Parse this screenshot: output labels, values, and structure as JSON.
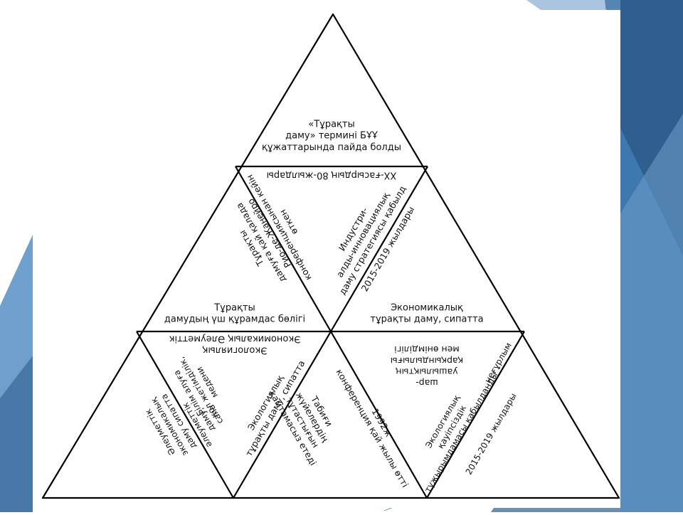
{
  "colors": {
    "background": "#ffffff",
    "decor_dark": "#2e5f8e",
    "decor_mid": "#3d78ae",
    "decor_light": "#6f9fcc",
    "line": "#000000"
  },
  "labels": {
    "top_center": [
      "«Тұрақты",
      "даму» термині БҰҰ",
      "құжаттарында пайда болды"
    ],
    "top_bottom_edge": [
      "ХХ-ғасырдың 80-жылдары"
    ],
    "top_left_edge": [
      "Рио-де-Жанейро",
      "конференциясынан кейін",
      "өткен"
    ],
    "top_right_edge": [
      "Индустри-",
      "алды-инновациялық",
      "даму стратегиясы қабылд"
    ],
    "top_right_edge_2": [
      "2015-2019 жылдары"
    ],
    "left_top_edge": [
      "Тұрақты",
      "дамудың үш құрамдас бөлігі"
    ],
    "right_top_edge": [
      "Экономикалық",
      "тұрақты даму, сипатта"
    ],
    "center_left": [
      "Тұрақты",
      "дамуға қай қалада"
    ],
    "left_inner_top": [
      "Экологиялық",
      "Экономикалық Әлеуметтік"
    ],
    "left_inner_a": [
      "Білім алуға",
      "қол жетімділік,",
      "медени"
    ],
    "left_inner_b": [
      "Әлеуметтік",
      "экономикалық",
      "даму сипатта"
    ],
    "left_inner_c": [
      "әлеуметтік",
      "даму,",
      "сапа"
    ],
    "mid_left": [
      "Экологиялық",
      "тұрақты даму, сипатта"
    ],
    "mid_right": [
      "Табиғи",
      "жүйелердің",
      "тұтастығын",
      "қамтамасыз етеді"
    ],
    "mid_bottom": [
      "1992ж",
      "конференция қай жылы өтті"
    ],
    "right_inner_top": [
      "шар-",
      "уашылықтың",
      "қарқындылығы",
      "мен өнімділігі"
    ],
    "right_inner_a": [
      "Экологиялық",
      "қауіпсіздік",
      "тұжырымдамасы қабылданды"
    ],
    "right_inner_b": [
      "2015-2019 жылдары"
    ],
    "right_inner_c": [
      "неғұрлым"
    ]
  }
}
